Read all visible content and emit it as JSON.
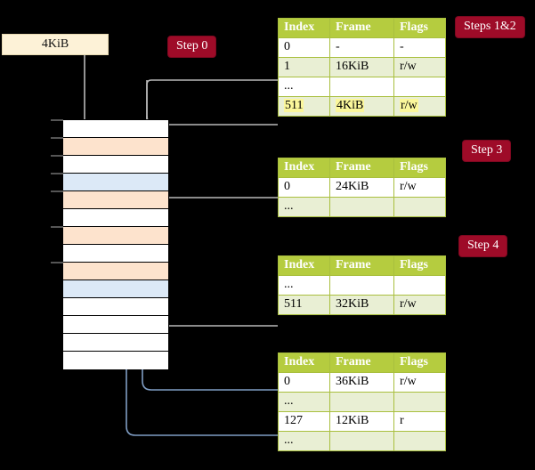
{
  "diagram": {
    "title_box": {
      "label": "4KiB"
    },
    "badges": [
      {
        "name": "step-0",
        "label": "Step 0"
      },
      {
        "name": "steps-1-2",
        "label": "Steps 1&2"
      },
      {
        "name": "step-3",
        "label": "Step 3"
      },
      {
        "name": "step-4",
        "label": "Step 4"
      }
    ],
    "memory_column": {
      "rows": [
        {
          "fill": "white"
        },
        {
          "fill": "orange"
        },
        {
          "fill": "white"
        },
        {
          "fill": "blue"
        },
        {
          "fill": "orange"
        },
        {
          "fill": "white"
        },
        {
          "fill": "orange"
        },
        {
          "fill": "white"
        },
        {
          "fill": "orange"
        },
        {
          "fill": "blue"
        },
        {
          "fill": "white"
        },
        {
          "fill": "white"
        },
        {
          "fill": "white"
        },
        {
          "fill": "white"
        }
      ]
    },
    "tables": [
      {
        "name": "page-table-level-1",
        "headers": [
          "Index",
          "Frame",
          "Flags"
        ],
        "rows": [
          {
            "style": "plain",
            "highlight": false,
            "cells": [
              "0",
              "-",
              "-"
            ]
          },
          {
            "style": "alt",
            "highlight": false,
            "cells": [
              "1",
              "16KiB",
              "r/w"
            ]
          },
          {
            "style": "plain",
            "highlight": false,
            "cells": [
              "...",
              "",
              ""
            ]
          },
          {
            "style": "alt",
            "highlight": true,
            "cells": [
              "511",
              "4KiB",
              "r/w"
            ]
          }
        ]
      },
      {
        "name": "page-table-level-2",
        "headers": [
          "Index",
          "Frame",
          "Flags"
        ],
        "rows": [
          {
            "style": "plain",
            "highlight": false,
            "cells": [
              "0",
              "24KiB",
              "r/w"
            ]
          },
          {
            "style": "alt",
            "highlight": false,
            "cells": [
              "...",
              "",
              ""
            ]
          }
        ]
      },
      {
        "name": "page-table-level-3",
        "headers": [
          "Index",
          "Frame",
          "Flags"
        ],
        "rows": [
          {
            "style": "plain",
            "highlight": false,
            "cells": [
              "...",
              "",
              ""
            ]
          },
          {
            "style": "alt",
            "highlight": false,
            "cells": [
              "511",
              "32KiB",
              "r/w"
            ]
          }
        ]
      },
      {
        "name": "page-table-level-4",
        "headers": [
          "Index",
          "Frame",
          "Flags"
        ],
        "rows": [
          {
            "style": "plain",
            "highlight": false,
            "cells": [
              "0",
              "36KiB",
              "r/w"
            ]
          },
          {
            "style": "alt",
            "highlight": false,
            "cells": [
              "...",
              "",
              ""
            ]
          },
          {
            "style": "plain",
            "highlight": false,
            "cells": [
              "127",
              "12KiB",
              "r"
            ]
          },
          {
            "style": "alt",
            "highlight": false,
            "cells": [
              "...",
              "",
              ""
            ]
          }
        ]
      }
    ],
    "colors": {
      "badge_bg": "#9e0b28",
      "table_header_bg": "#b5cc3f",
      "table_alt_bg": "#e9efd4",
      "highlight": "#fbf79b",
      "memory_orange": "#fde3cd",
      "memory_blue": "#dce9f7",
      "box_cream": "#fdf2d7",
      "wire_gray": "#b9b9b9",
      "wire_blue": "#7f9dc4",
      "background": "#000000"
    }
  }
}
